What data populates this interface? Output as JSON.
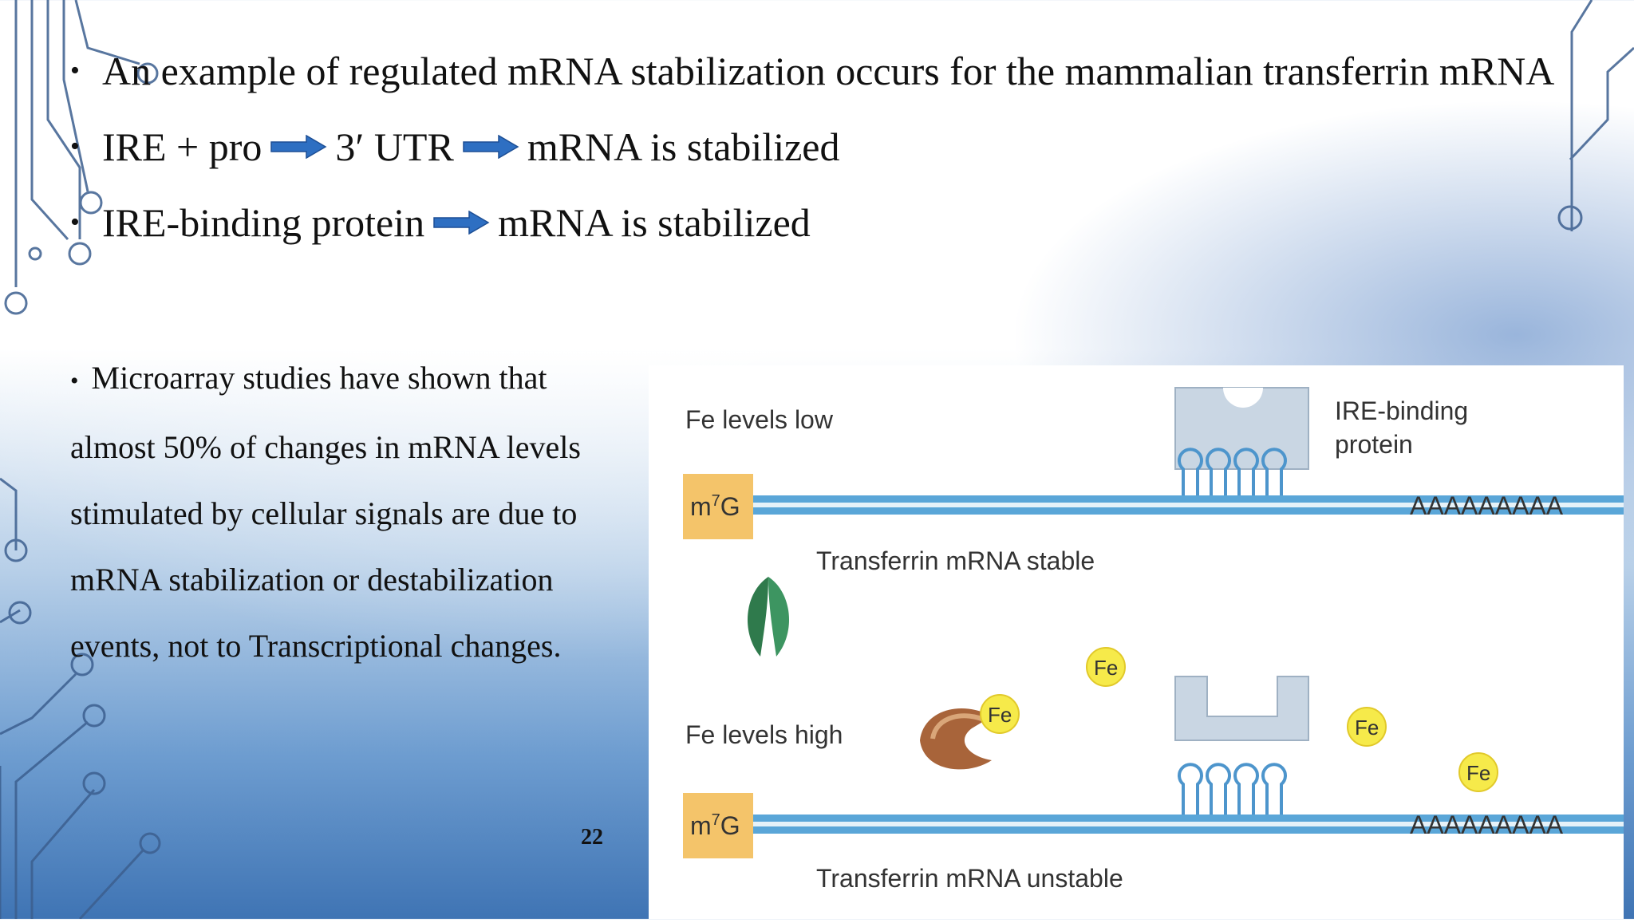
{
  "bullets": [
    {
      "text": "An example of regulated mRNA stabilization occurs for the mammalian transferrin mRNA"
    },
    {
      "part1": "IRE + pro",
      "part2": "3′ UTR",
      "part3": "mRNA is stabilized"
    },
    {
      "part1": "IRE-binding protein",
      "part2": "mRNA is stabilized"
    }
  ],
  "paragraph": {
    "bullet": "•",
    "lines": [
      "Microarray studies have shown that",
      "almost 50% of changes in mRNA levels",
      "stimulated by cellular signals are due to",
      "mRNA stabilization or destabilization",
      "events, not to Transcriptional changes."
    ]
  },
  "page_number": "22",
  "figure": {
    "top_label": "Fe levels low",
    "ire_label_line1": "IRE-binding",
    "ire_label_line2": "protein",
    "cap": "m7G",
    "cap_base": "m",
    "cap_sup": "7",
    "cap_end": "G",
    "polyA": "AAAAAAAAA",
    "top_caption": "Transferrin mRNA stable",
    "bottom_label": "Fe levels high",
    "fe": "Fe",
    "bottom_caption": "Transferrin mRNA unstable"
  },
  "colors": {
    "arrow": "#2e6fc2",
    "mrna": "#5aa6d8",
    "cap_box": "#f4c46a",
    "fe_ball": "#f6ea4a",
    "protein_box": "#c9d6e3",
    "nuclease_green": "#2f7a4c",
    "nuclease_brown": "#a8643a"
  }
}
